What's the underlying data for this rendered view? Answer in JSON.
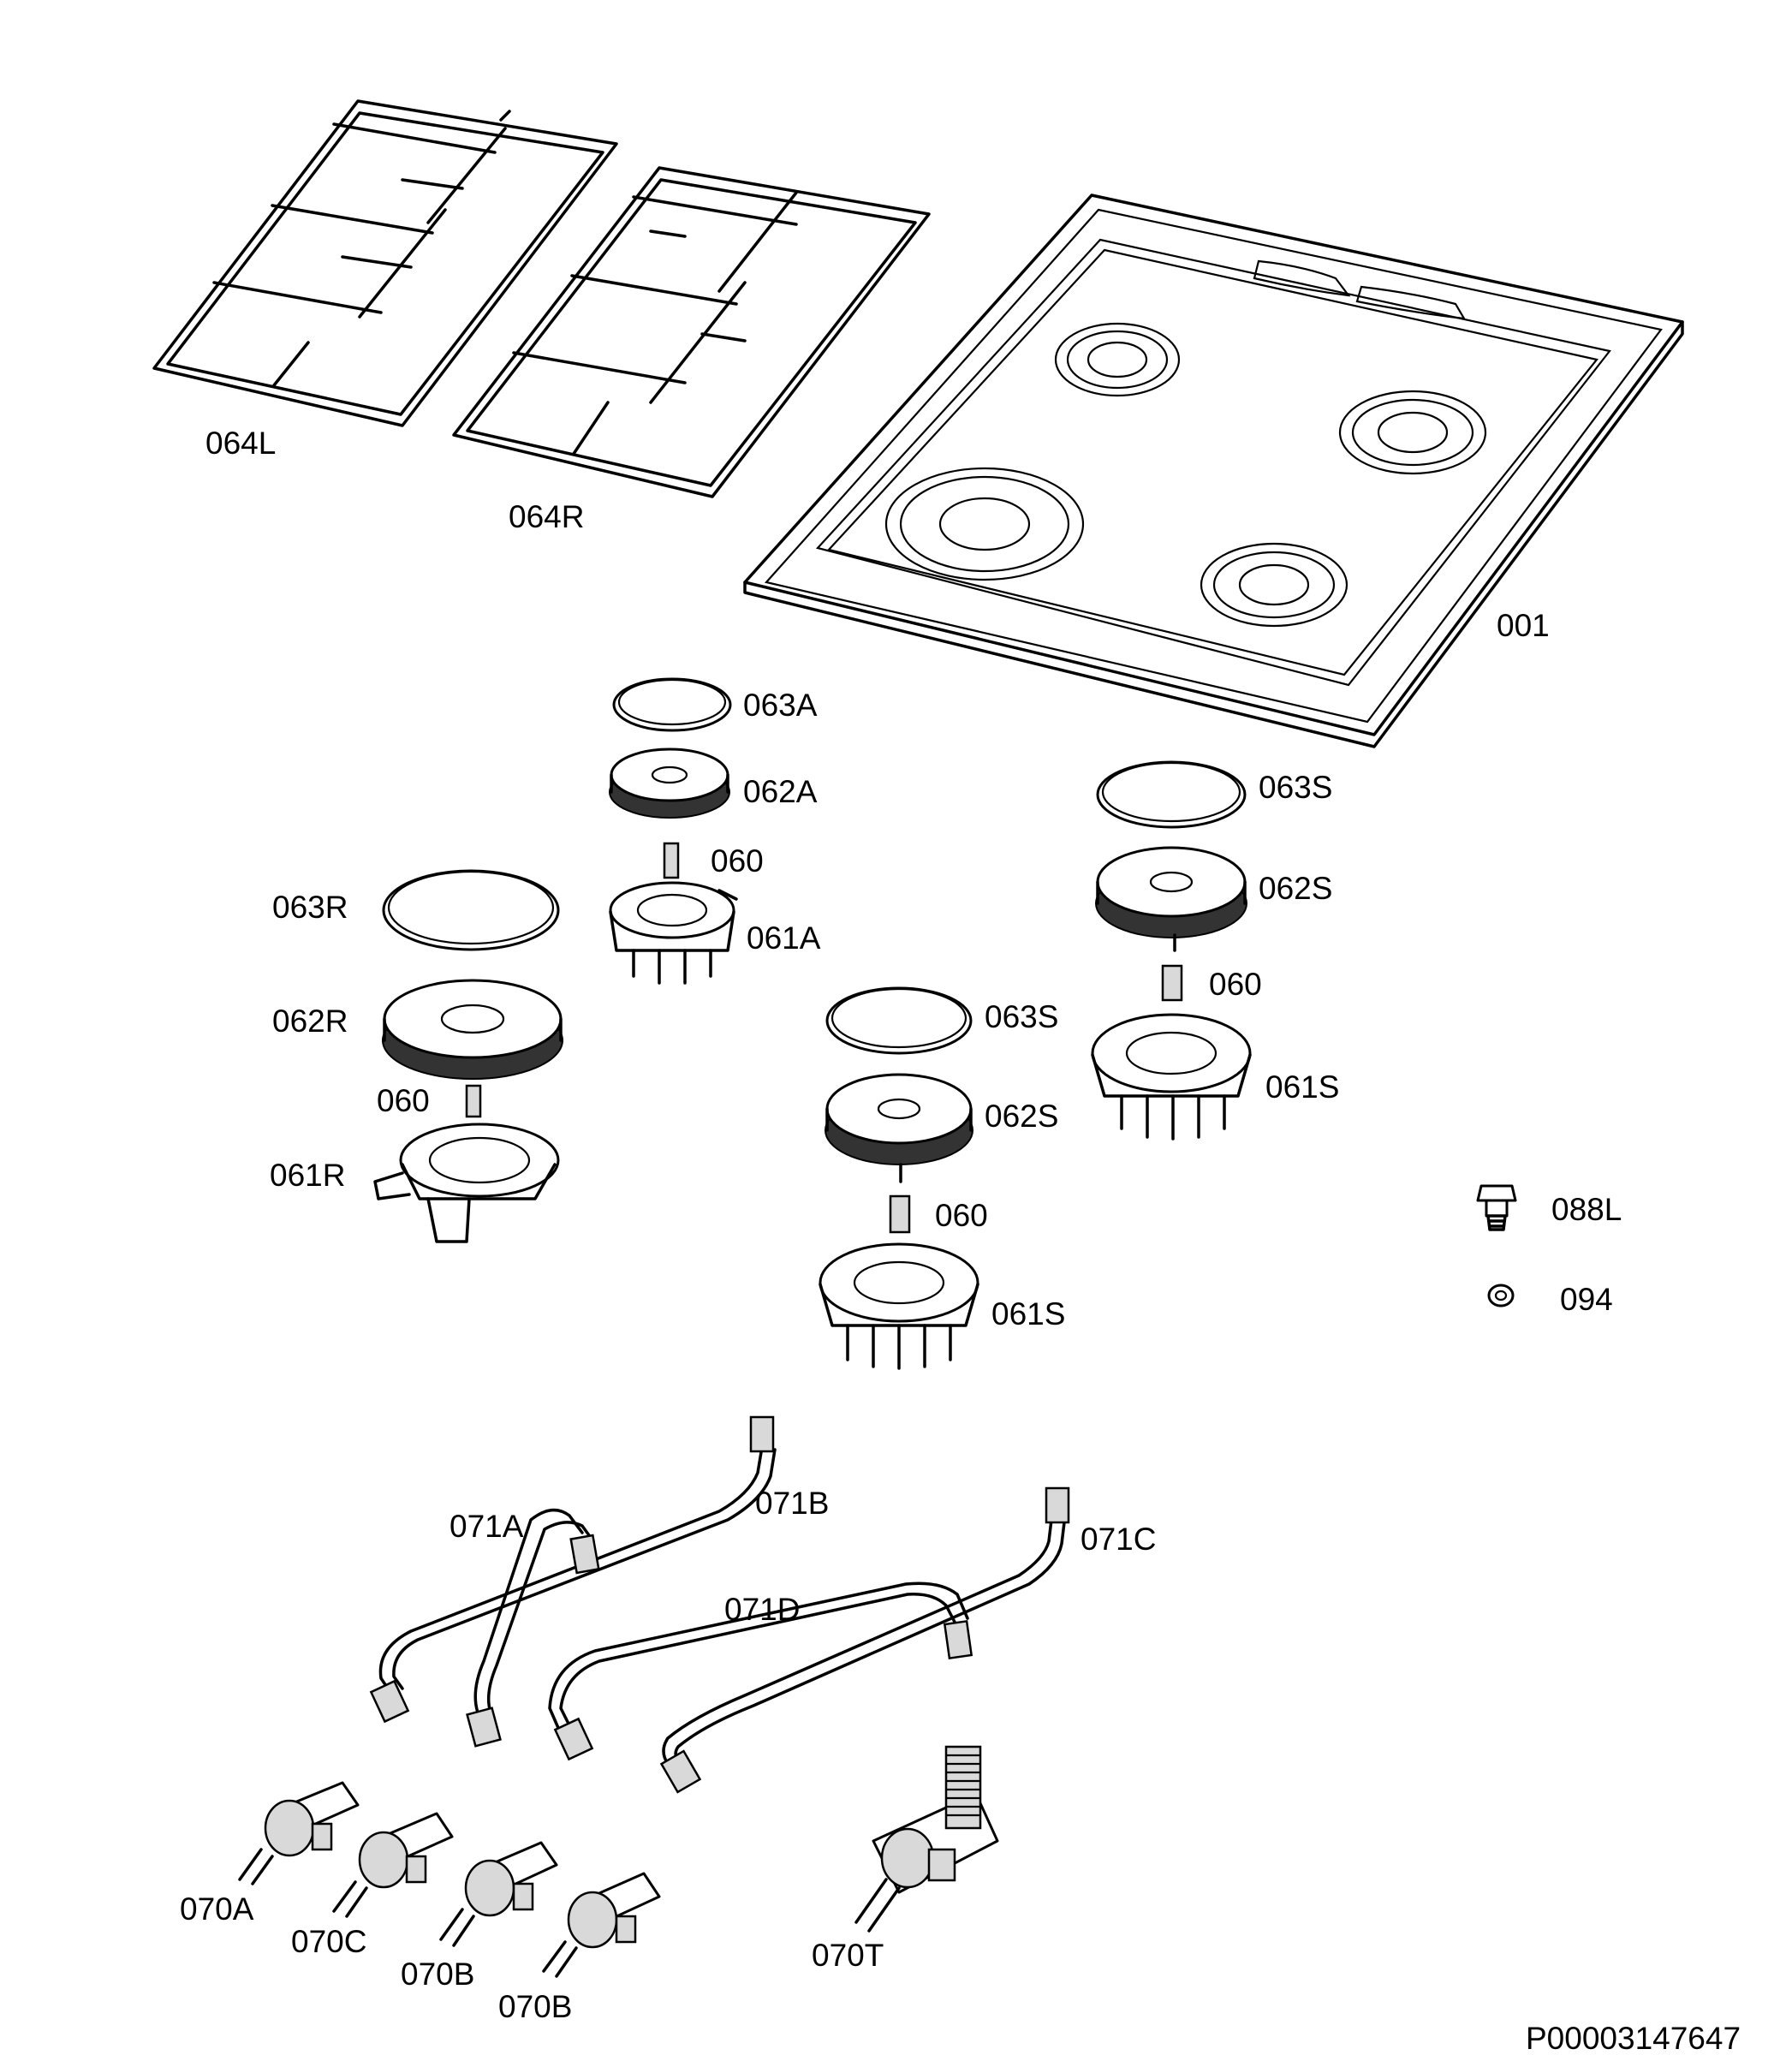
{
  "labels": {
    "p064L": "064L",
    "p064R": "064R",
    "p001": "001",
    "p063A": "063A",
    "p062A": "062A",
    "p060_a": "060",
    "p061A": "061A",
    "p063S_a": "063S",
    "p062S_a": "062S",
    "p060_s1": "060",
    "p061S_a": "061S",
    "p063R": "063R",
    "p062R": "062R",
    "p060_r": "060",
    "p061R": "061R",
    "p063S_b": "063S",
    "p062S_b": "062S",
    "p060_s2": "060",
    "p061S_b": "061S",
    "p088L": "088L",
    "p094": "094",
    "p071A": "071A",
    "p071B": "071B",
    "p071C": "071C",
    "p071D": "071D",
    "p070A": "070A",
    "p070C": "070C",
    "p070B_1": "070B",
    "p070B_2": "070B",
    "p070T": "070T"
  },
  "drawing_id": "P00003147647"
}
